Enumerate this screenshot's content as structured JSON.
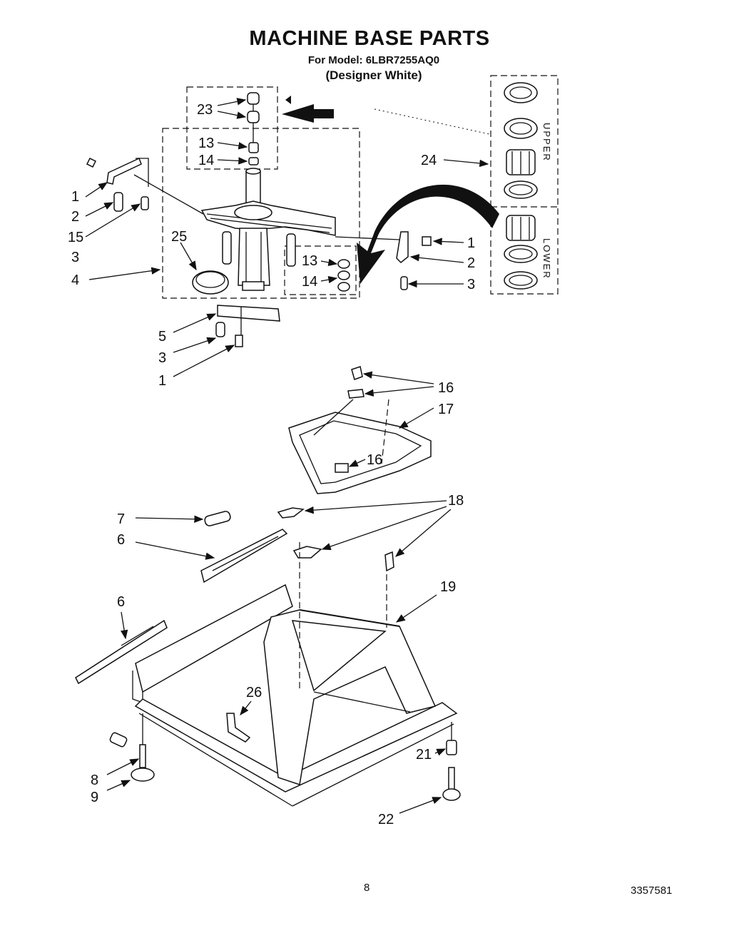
{
  "header": {
    "title": "MACHINE BASE PARTS",
    "model": "For Model: 6LBR7255AQ0",
    "finish": "(Designer White)"
  },
  "inset_labels": {
    "upper": "UPPER",
    "lower": "LOWER"
  },
  "callouts": {
    "c23": "23",
    "c13a": "13",
    "c14a": "14",
    "c24": "24",
    "c1a": "1",
    "c2a": "2",
    "c15": "15",
    "c3a": "3",
    "c4": "4",
    "c25": "25",
    "c13b": "13",
    "c14b": "14",
    "c1b": "1",
    "c2b": "2",
    "c3b": "3",
    "c5": "5",
    "c3c": "3",
    "c1c": "1",
    "c16a": "16",
    "c17": "17",
    "c16b": "16",
    "c7": "7",
    "c18": "18",
    "c6a": "6",
    "c6b": "6",
    "c19": "19",
    "c26": "26",
    "c8": "8",
    "c9": "9",
    "c21": "21",
    "c22": "22"
  },
  "footer": {
    "page": "8",
    "doc_number": "3357581"
  }
}
